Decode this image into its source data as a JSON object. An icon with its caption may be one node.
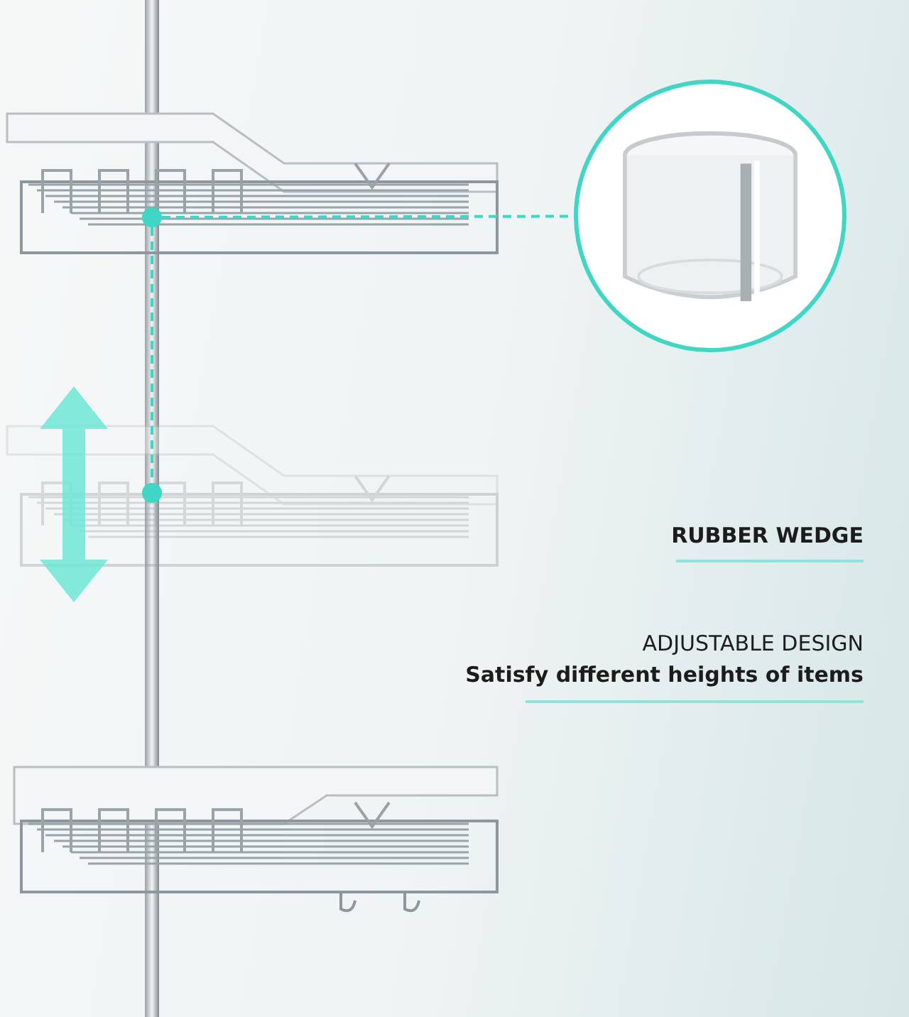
{
  "diagram": {
    "nodes": [
      {
        "text": [],
        "shape": "circle"
      },
      {
        "text": [],
        "shape": "picture"
      },
      {
        "text": [],
        "shape": "circle"
      }
    ],
    "edges": [
      {
        "from": 0,
        "to": 1,
        "arrow": "none",
        "style": "dashed"
      },
      {
        "from": 0,
        "to": 2,
        "arrow": "none",
        "style": "dashed"
      }
    ],
    "labels": [
      "RUBBER WEDGE",
      "ADJUSTABLE DESIGN",
      "Satisfy different heights of items"
    ]
  }
}
